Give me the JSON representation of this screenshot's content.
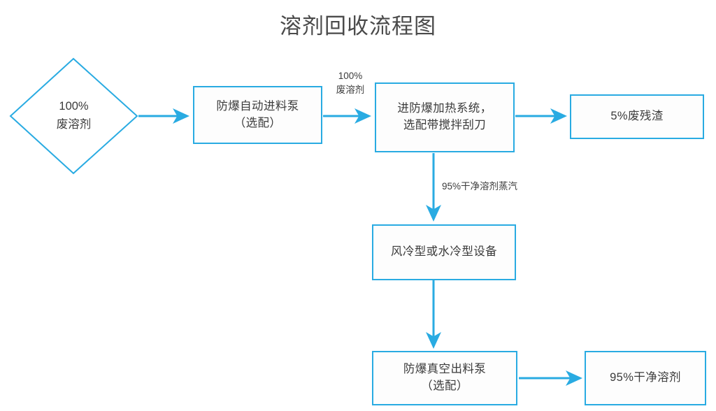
{
  "title": "溶剂回收流程图",
  "theme": {
    "stroke": "#29ABE2",
    "text": "#3b3b3b",
    "title_text": "#4a4a4a",
    "background": "#ffffff",
    "node_fill": "#fdfdfd"
  },
  "nodes": {
    "waste_solvent_input": {
      "shape": "diamond",
      "line1": "100%",
      "line2": "废溶剂"
    },
    "feed_pump": {
      "shape": "rect",
      "line1": "防爆自动进料泵",
      "line2": "（选配）"
    },
    "heating_system": {
      "shape": "rect",
      "line1": "进防爆加热系统，",
      "line2": "选配带搅拌刮刀"
    },
    "waste_residue": {
      "shape": "rect",
      "line1": "5%废残渣"
    },
    "cooling_equipment": {
      "shape": "rect",
      "line1": "风冷型或水冷型设备"
    },
    "discharge_pump": {
      "shape": "rect",
      "line1": "防爆真空出料泵",
      "line2": "（选配）"
    },
    "clean_solvent_output": {
      "shape": "rect",
      "line1": "95%干净溶剂"
    }
  },
  "edges": {
    "input_to_feed_pump": {
      "label": ""
    },
    "feed_pump_to_heating": {
      "label_line1": "100%",
      "label_line2": "废溶剂"
    },
    "heating_to_residue": {
      "label": ""
    },
    "heating_to_cooling": {
      "label": "95%干净溶剂蒸汽"
    },
    "cooling_to_discharge": {
      "label": ""
    },
    "discharge_to_output": {
      "label": ""
    }
  }
}
